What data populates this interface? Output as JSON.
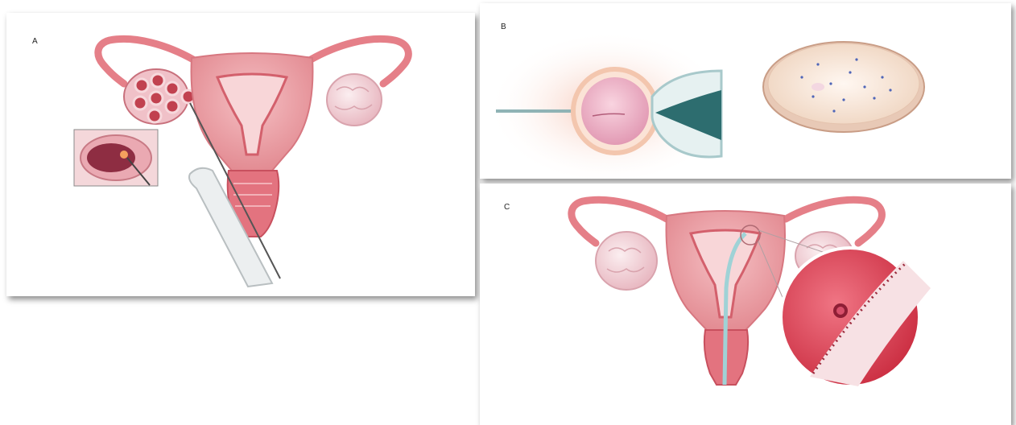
{
  "panels": {
    "a": {
      "label": "A"
    },
    "b": {
      "label": "B"
    },
    "c": {
      "label": "C"
    }
  },
  "colors": {
    "tissue": "#e98f95",
    "tissue_dark": "#c94f5b",
    "tissue_light": "#f6c9cb",
    "cavity": "#d84a5a",
    "ovary": "#f1d3d8",
    "catheter": "#b9dde0",
    "speculum": "#e8ecec"
  },
  "icons": [
    "uterus-illustration",
    "ovarian-follicles",
    "oocyte-retrieval-needle",
    "microinjection-pipette",
    "petri-dish-sperm",
    "embryo-transfer-catheter"
  ]
}
